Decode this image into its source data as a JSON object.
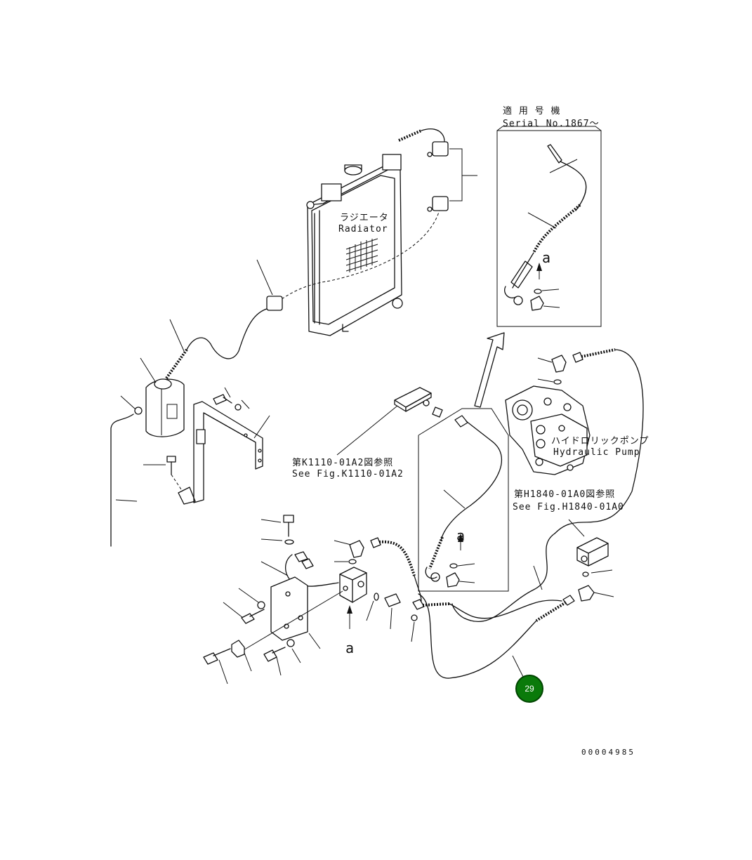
{
  "labels": {
    "serial_jp": "適 用 号 機",
    "serial_en": "Serial No.1867～",
    "radiator_jp": "ラジエータ",
    "radiator_en": "Radiator",
    "ref1_jp": "第K1110-01A2図参照",
    "ref1_en": "See Fig.K1110-01A2",
    "pump_jp": "ハイドロリックポンプ",
    "pump_en": "Hydraulic Pump",
    "ref2_jp": "第H1840-01A0図参照",
    "ref2_en": "See Fig.H1840-01A0",
    "detail_a_top": "a",
    "detail_a_mid": "a",
    "detail_a_bottom": "a",
    "drawing_number": "00004985"
  },
  "callout": {
    "number": "29",
    "color": "#0a7a0a"
  }
}
